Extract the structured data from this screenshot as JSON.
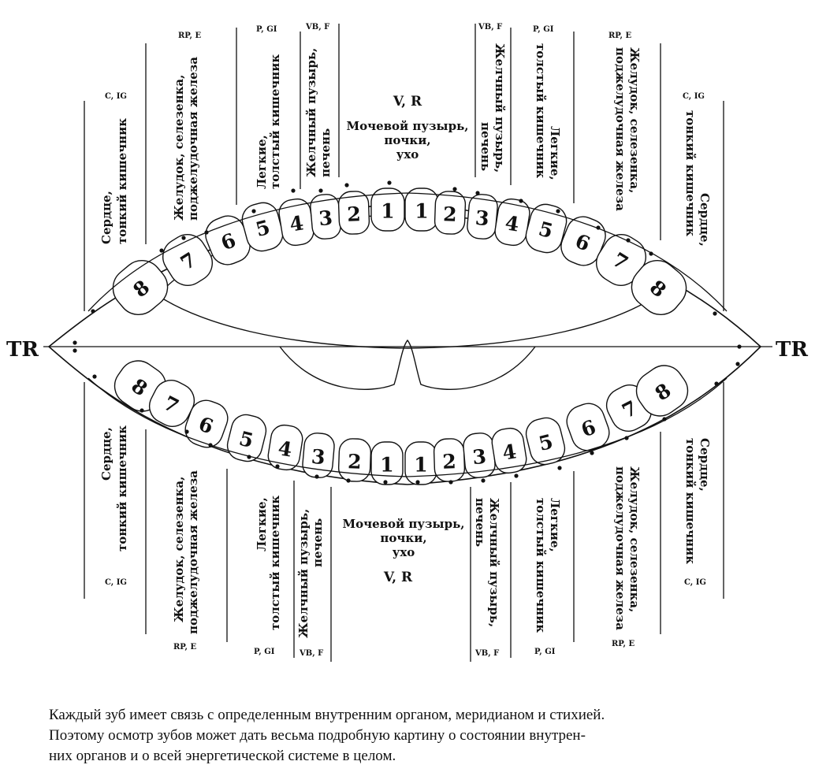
{
  "axis": {
    "left": "TR",
    "right": "TR"
  },
  "tooth_numbers": [
    "8",
    "7",
    "6",
    "5",
    "4",
    "3",
    "2",
    "1",
    "1",
    "2",
    "3",
    "4",
    "5",
    "6",
    "7",
    "8"
  ],
  "groups": {
    "heart": {
      "code": "C, IG",
      "line1": "Сердце,",
      "line2": "тонкий кишечник"
    },
    "stomach": {
      "code": "RP, E",
      "line1": "Желудок, селезенка,",
      "line2": "поджелудочная железа"
    },
    "lungs": {
      "code": "P, GI",
      "line1": "Легкие,",
      "line2": "толстый кишечник"
    },
    "gall": {
      "code": "VB, F",
      "line1": "Желчный пузырь,",
      "line2": "печень"
    },
    "kidney": {
      "code": "V, R",
      "line1": "Мочевой пузырь,",
      "line2": "почки,",
      "line3": "ухо"
    }
  },
  "caption": {
    "line1": "Каждый зуб имеет связь с определенным внутренним органом, меридианом и стихией.",
    "line2": "Поэтому осмотр зубов может дать весьма подробную картину о состоянии внутрен-",
    "line3": "них органов и о всей энергетической системе в целом."
  }
}
